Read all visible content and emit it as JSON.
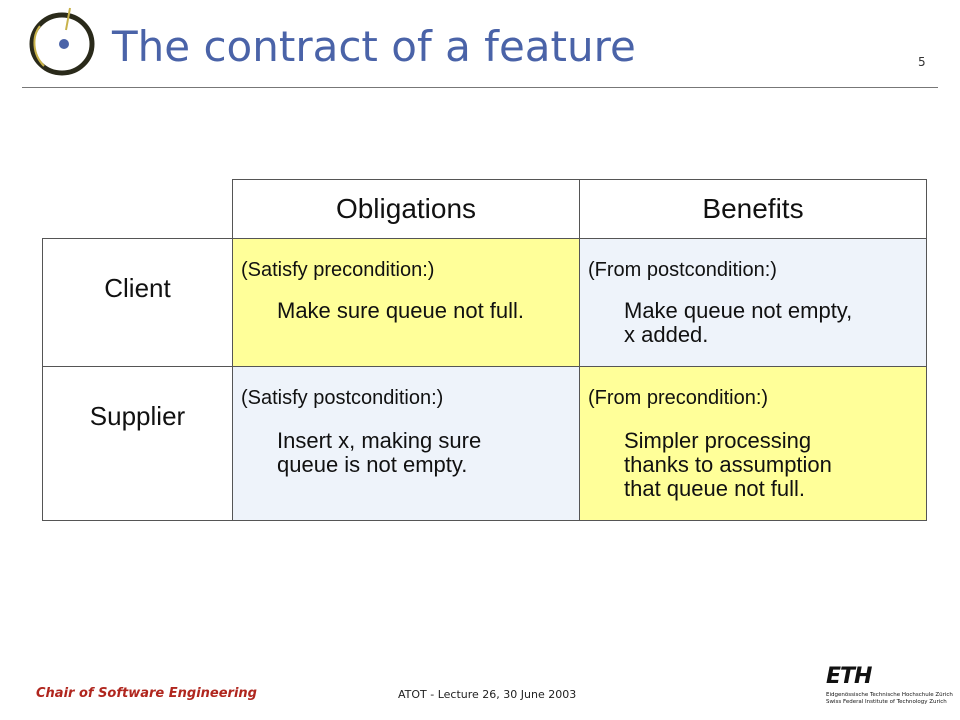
{
  "slide": {
    "title": "The contract of a feature",
    "page_number": "5"
  },
  "table": {
    "headers": [
      "Obligations",
      "Benefits"
    ],
    "rows": [
      {
        "label": "Client",
        "obligation": {
          "condition": "(Satisfy precondition:)",
          "lines": [
            "Make sure queue not full."
          ]
        },
        "benefit": {
          "condition": "(From postcondition:)",
          "lines": [
            "Make queue not empty,",
            "x added."
          ]
        }
      },
      {
        "label": "Supplier",
        "obligation": {
          "condition": "(Satisfy postcondition:)",
          "lines": [
            "Insert x, making sure",
            "queue is not empty."
          ]
        },
        "benefit": {
          "condition": "(From precondition:)",
          "lines": [
            "Simpler processing",
            "thanks to assumption",
            "that queue not full."
          ]
        }
      }
    ]
  },
  "footer": {
    "chair": "Chair of Software Engineering",
    "lecture": "ATOT - Lecture 26, 30 June 2003",
    "eth_name": "ETH",
    "eth_line1": "Eidgenössische Technische Hochschule Zürich",
    "eth_line2": "Swiss Federal Institute of Technology Zurich"
  },
  "colors": {
    "title": "#4a63a8",
    "yellow_cell": "#ffff99",
    "blue_cell": "#eef3fa",
    "chair_text": "#b0261e"
  }
}
